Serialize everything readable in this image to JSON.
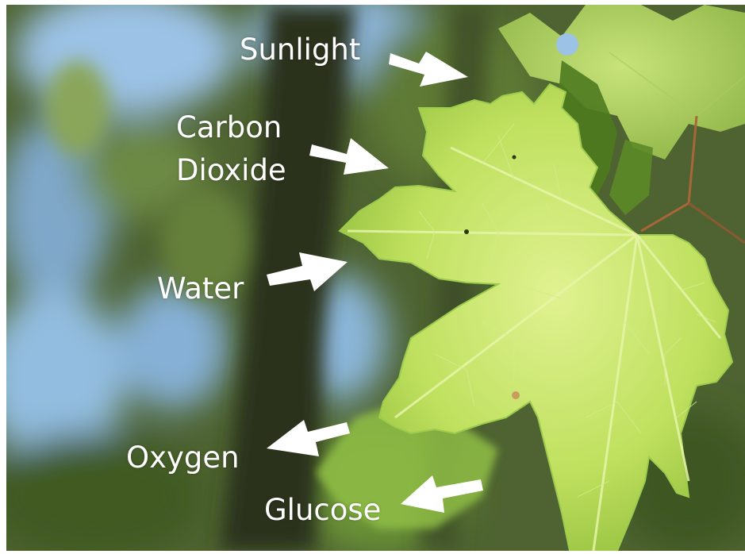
{
  "labels": {
    "inputs": [
      {
        "id": "sunlight",
        "text": "Sunlight"
      },
      {
        "id": "carbon_dioxide",
        "lines": [
          "Carbon",
          "Dioxide"
        ]
      },
      {
        "id": "water",
        "text": "Water"
      }
    ],
    "outputs": [
      {
        "id": "oxygen",
        "text": "Oxygen"
      },
      {
        "id": "glucose",
        "text": "Glucose"
      }
    ]
  },
  "colors": {
    "label_text": "#ffffff",
    "arrow_fill": "#ffffff",
    "leaf_light": "#d4ec7e",
    "leaf_mid": "#a9d04e",
    "leaf_dark": "#5f8a22",
    "vein": "#c3e06a",
    "sky": "#9ec3e6",
    "bark": "#2c3520",
    "foliage": "#50682d"
  },
  "arrows": [
    {
      "name": "sunlight-arrow",
      "direction": "toward-leaf"
    },
    {
      "name": "carbon-dioxide-arrow",
      "direction": "toward-leaf"
    },
    {
      "name": "water-arrow",
      "direction": "toward-leaf"
    },
    {
      "name": "oxygen-arrow",
      "direction": "away-from-leaf"
    },
    {
      "name": "glucose-arrow",
      "direction": "away-from-leaf"
    }
  ]
}
